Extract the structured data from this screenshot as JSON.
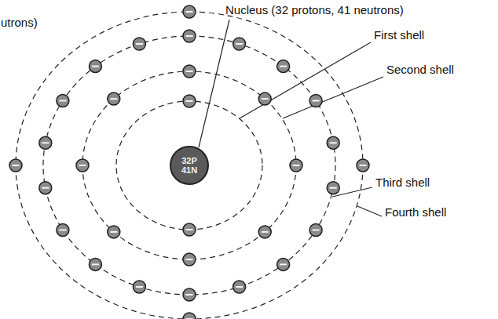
{
  "diagram": {
    "nodes": [
      {
        "text": [
          "32P",
          "41N"
        ]
      }
    ],
    "labels": [
      "utrons)",
      "Nucleus (32 protons, 41 neutrons)",
      "First shell",
      "Second shell",
      "Third shell",
      "Fourth shell"
    ]
  }
}
